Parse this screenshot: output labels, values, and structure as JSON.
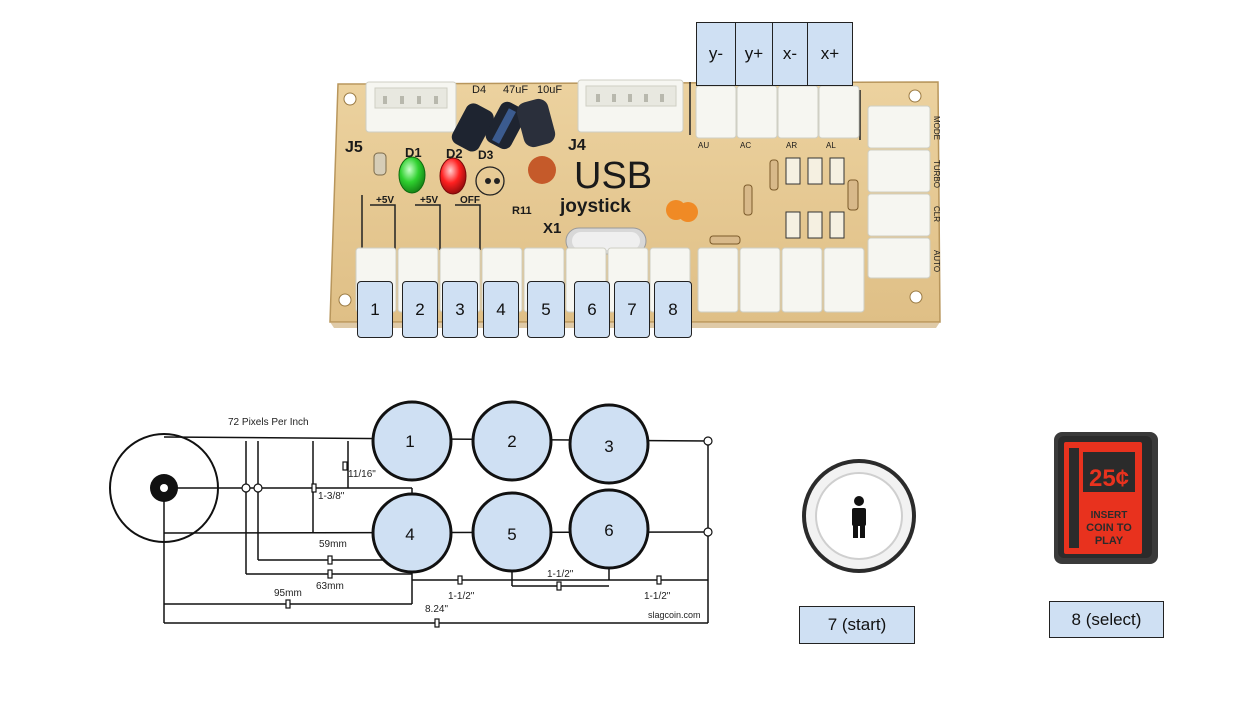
{
  "board": {
    "brand": "USB",
    "subtitle": "joystick",
    "header_j5": "J5",
    "header_j4": "J4",
    "led_d1": "D1",
    "led_d2": "D2",
    "diode_d3": "D3",
    "diode_d4": "D4",
    "cap_47": "47uF",
    "cap_10": "10uF",
    "v5a": "+5V",
    "v5b": "+5V",
    "off": "OFF",
    "r11": "R11",
    "x1": "X1",
    "au": "AU",
    "ac": "AC",
    "ar": "AR",
    "al": "AL",
    "mode": "MODE",
    "turbo": "TURBO",
    "clr": "CLR",
    "auto": "AUTO",
    "colors": {
      "pcb": "#e7c994",
      "pcb_edge": "#c9a76d",
      "connector": "#f4f4ef"
    }
  },
  "axis_labels": [
    "y-",
    "y+",
    "x-",
    "x+"
  ],
  "button_labels": [
    "1",
    "2",
    "3",
    "4",
    "5",
    "6",
    "7",
    "8"
  ],
  "layout": {
    "ppi_text": "72 Pixels Per Inch",
    "circles": [
      "1",
      "2",
      "3",
      "4",
      "5",
      "6"
    ],
    "dim_1116": "11/16\"",
    "dim_138": "1-3/8\"",
    "dim_59": "59mm",
    "dim_63": "63mm",
    "dim_95": "95mm",
    "dim_824": "8.24\"",
    "dim_112a": "1-1/2\"",
    "dim_112b": "1-1/2\"",
    "dim_112c": "1-1/2\"",
    "credit": "slagcoin.com",
    "fill": "#cfe0f3"
  },
  "start": {
    "label": "7 (start)"
  },
  "coin": {
    "line1": "25¢",
    "line2": "INSERT",
    "line3": "COIN TO",
    "line4": "PLAY",
    "colors": {
      "red": "#e8321e",
      "dark": "#2b2b2b"
    }
  },
  "select": {
    "label": "8 (select)"
  }
}
